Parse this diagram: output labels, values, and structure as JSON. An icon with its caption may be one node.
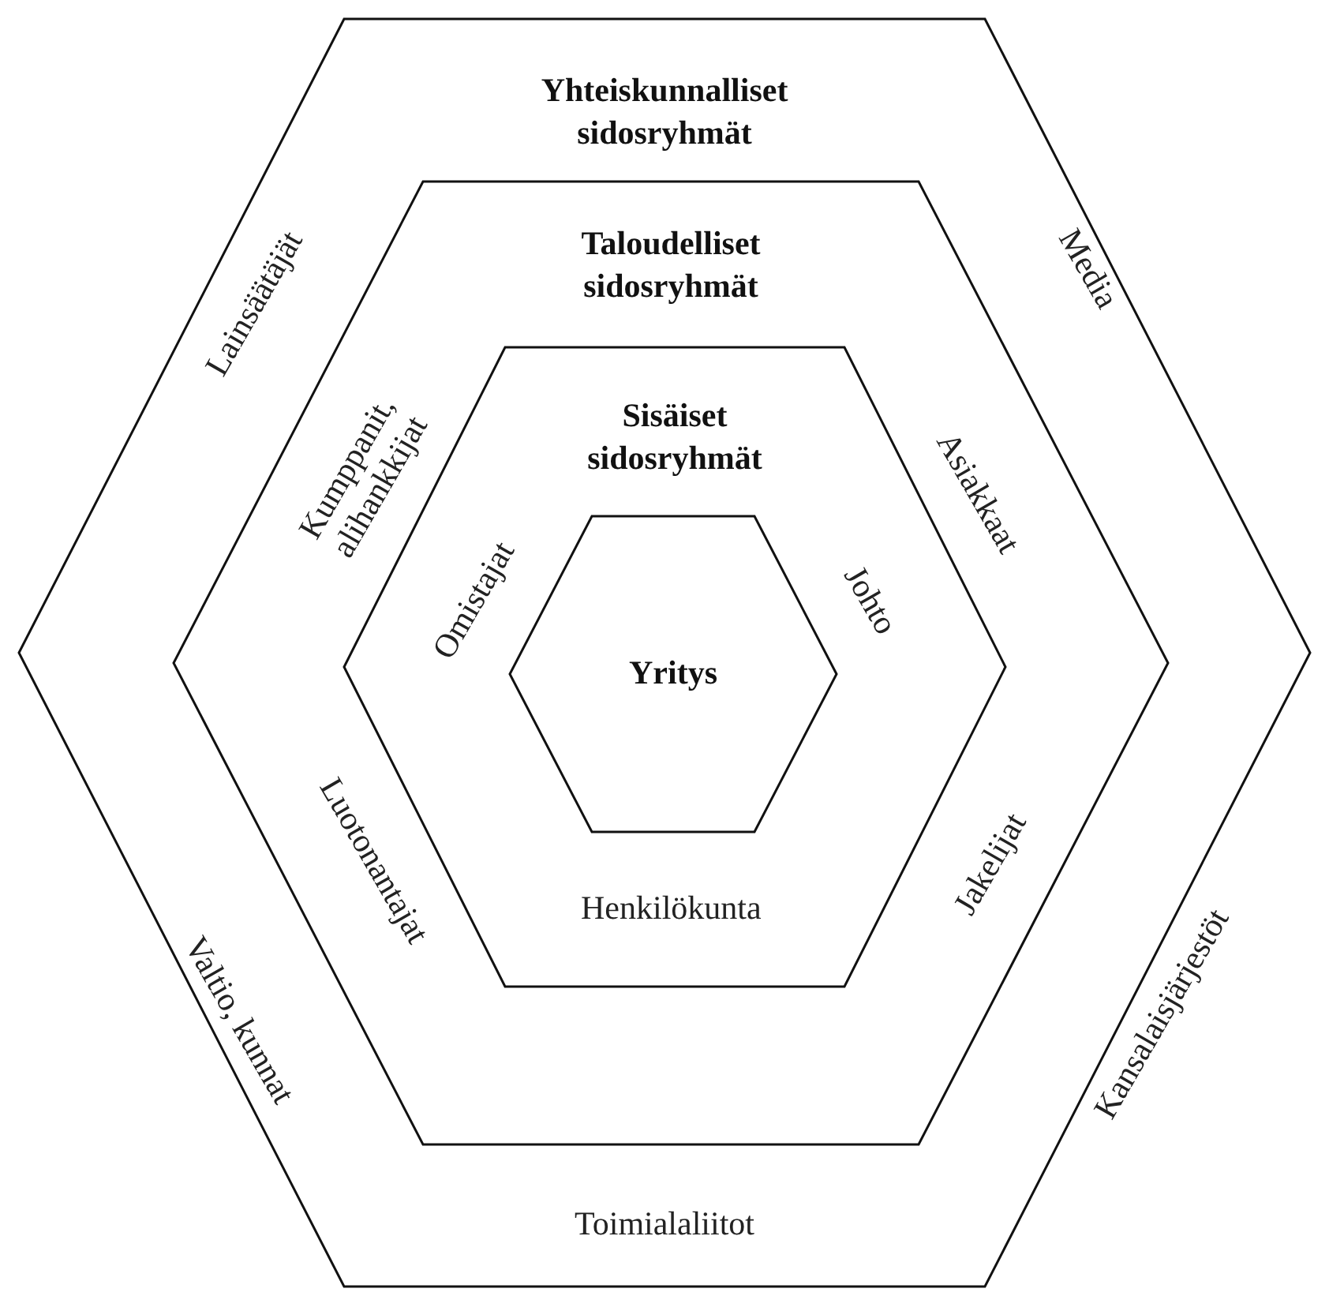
{
  "diagram": {
    "nodes": [
      {
        "text": [
          "Yhteiskunnalliset sidosryhmät"
        ]
      },
      {
        "text": [
          "Taloudelliset sidosryhmät"
        ],
        "in": 0
      },
      {
        "text": [
          "Sisäiset sidosryhmät"
        ],
        "in": 1
      },
      {
        "text": [
          "Yritys"
        ],
        "in": 2
      }
    ],
    "labels": [
      "Lainsäätäjät",
      "Media",
      "Kumppanit, alihankkijat",
      "Asiakkaat",
      "Omistajat",
      "Johto",
      "Luotonantajat",
      "Jakelijat",
      "Henkilökunta",
      "Valtio, kunnat",
      "Kansalaisjärjestöt",
      "Toimialaliitot"
    ]
  }
}
